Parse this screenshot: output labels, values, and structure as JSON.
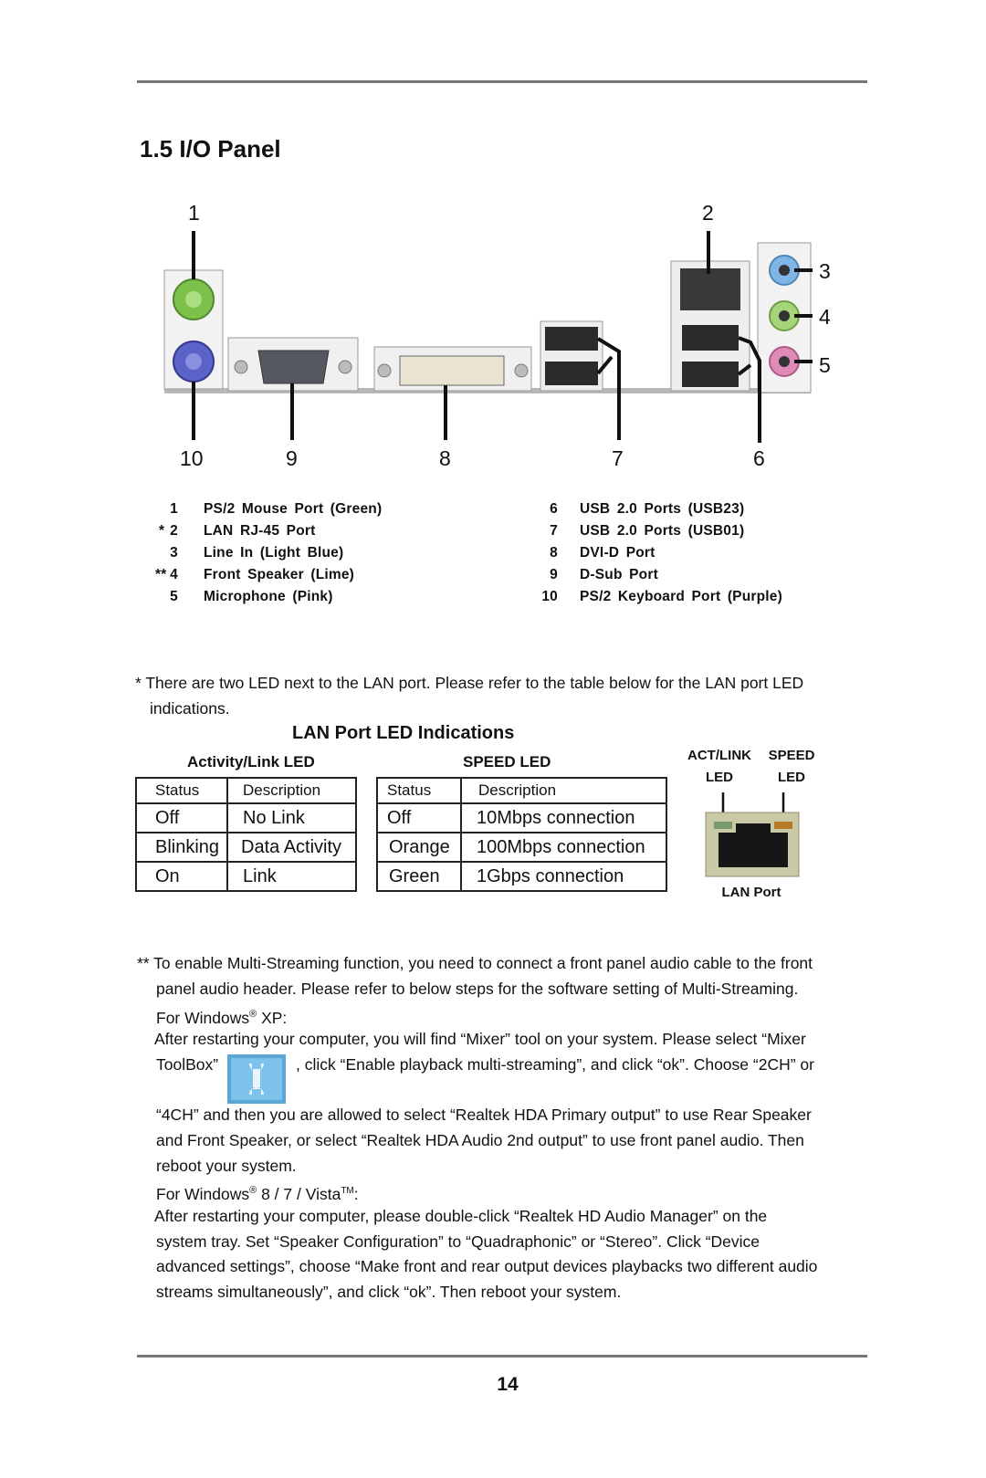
{
  "section_title": "1.5 I/O Panel",
  "callouts": [
    "1",
    "2",
    "3",
    "4",
    "5",
    "6",
    "7",
    "8",
    "9",
    "10"
  ],
  "legend_left": [
    {
      "mark": "",
      "num": "1",
      "label": "PS/2  Mouse  Port  (Green)"
    },
    {
      "mark": "*",
      "num": "2",
      "label": "LAN  RJ-45  Port"
    },
    {
      "mark": "",
      "num": "3",
      "label": "Line  In  (Light  Blue)"
    },
    {
      "mark": "**",
      "num": "4",
      "label": "Front  Speaker  (Lime)"
    },
    {
      "mark": "",
      "num": "5",
      "label": "Microphone  (Pink)"
    }
  ],
  "legend_right": [
    {
      "num": "6",
      "label": "USB 2.0  Ports  (USB23)"
    },
    {
      "num": "7",
      "label": "USB 2.0  Ports  (USB01)"
    },
    {
      "num": "8",
      "label": "DVI-D  Port"
    },
    {
      "num": "9",
      "label": "D-Sub  Port"
    },
    {
      "num": "10",
      "label": "PS/2  Keyboard  Port  (Purple)"
    }
  ],
  "note_lan": {
    "line1": "* There are two LED next to the LAN port. Please refer to the table below for the LAN port LED",
    "line2": "indications."
  },
  "led_section": {
    "title": "LAN Port LED Indications",
    "activity": {
      "heading": "Activity/Link LED",
      "col_status": "Status",
      "col_desc": "Description",
      "rows": [
        [
          "Off",
          "No Link"
        ],
        [
          "Blinking",
          "Data Activity"
        ],
        [
          "On",
          "Link"
        ]
      ]
    },
    "speed": {
      "heading": "SPEED LED",
      "col_status": "Status",
      "col_desc": "Description",
      "rows": [
        [
          "Off",
          "10Mbps connection"
        ],
        [
          "Orange",
          "100Mbps connection"
        ],
        [
          "Green",
          "1Gbps connection"
        ]
      ]
    },
    "diagram": {
      "act_label_1": "ACT/LINK",
      "act_label_2": "LED",
      "speed_label_1": "SPEED",
      "speed_label_2": "LED",
      "caption": "LAN Port"
    }
  },
  "note_audio": {
    "l1": "** To enable Multi-Streaming function, you need to connect a front panel audio cable to the front",
    "l2": "panel audio header. Please refer to below steps for the software setting of Multi-Streaming.",
    "l3_pre": "For Windows",
    "l3_post": " XP:",
    "l4": "After restarting your computer, you will find “Mixer” tool on your system. Please select “Mixer",
    "l5a": "ToolBox”",
    "l5b": ", click “Enable playback multi-streaming”, and click “ok”. Choose “2CH” or",
    "l6": "“4CH” and then you are allowed to select “Realtek HDA Primary output” to use Rear Speaker",
    "l7": "and Front Speaker, or select “Realtek HDA Audio 2nd output” to use front panel audio. Then",
    "l8": "reboot your system.",
    "l9_pre": "For Windows",
    "l9_mid": " 8 / 7 / Vista",
    "l9_post": ":",
    "l10": "After restarting your computer, please double-click “Realtek HD Audio Manager” on the",
    "l11": "system tray. Set “Speaker Configuration” to “Quadraphonic” or “Stereo”. Click “Device",
    "l12": "advanced settings”, choose “Make front and rear output devices playbacks two different audio",
    "l13": "streams simultaneously”, and click “ok”. Then reboot your system.",
    "reg_mark": "®",
    "tm_mark": "TM"
  },
  "page_number": "14",
  "colors": {
    "ps2_mouse": "#7cc24a",
    "ps2_keyboard": "#5b63c8",
    "line_in": "#7fb6e6",
    "front_speaker": "#a6d47a",
    "microphone": "#e08ab8"
  }
}
